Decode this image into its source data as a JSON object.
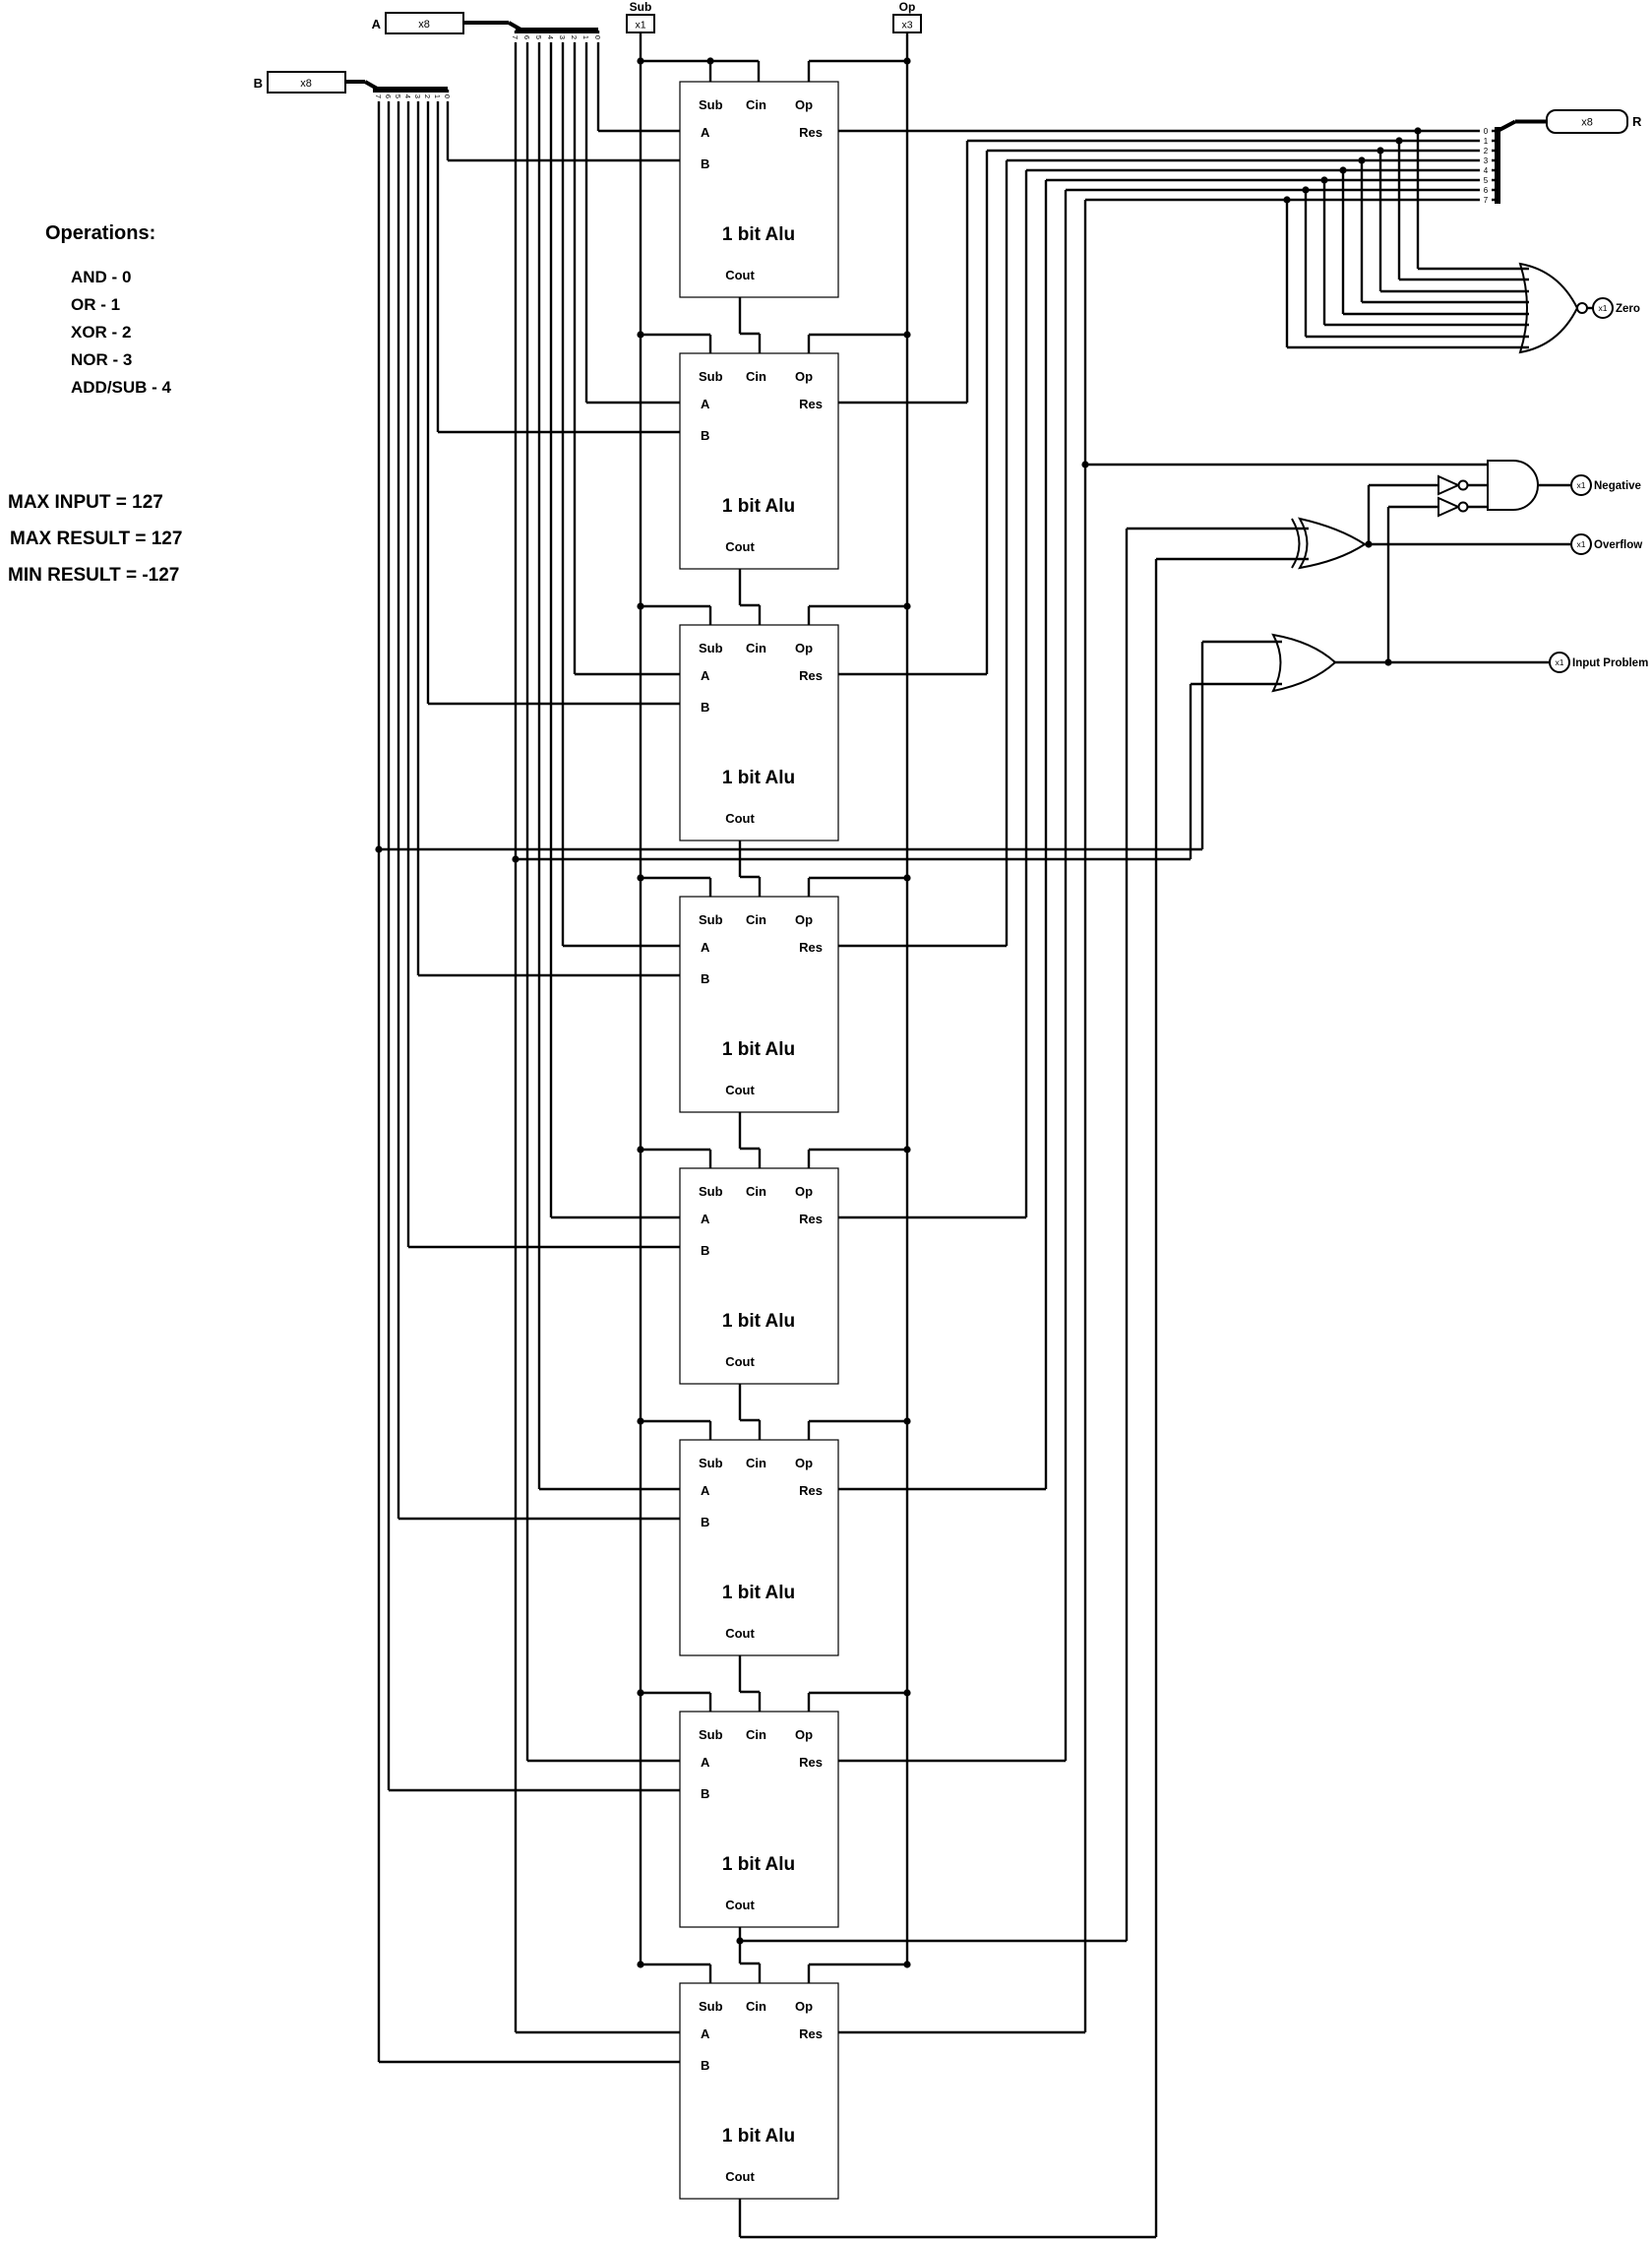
{
  "notes": {
    "operations_title": "Operations:",
    "operations": [
      "AND - 0",
      "OR - 1",
      "XOR - 2",
      "NOR - 3",
      "ADD/SUB - 4"
    ],
    "max_input": "MAX INPUT = 127",
    "max_result": "MAX RESULT = 127",
    "min_result": "MIN RESULT = -127"
  },
  "inputs": {
    "a": {
      "label": "A",
      "bus": "x8"
    },
    "b": {
      "label": "B",
      "bus": "x8"
    },
    "sub": {
      "label": "Sub",
      "bus": "x1"
    },
    "op": {
      "label": "Op",
      "bus": "x3"
    }
  },
  "outputs": {
    "r": {
      "label": "R",
      "bus": "x8"
    },
    "zero": {
      "label": "Zero",
      "bus": "x1"
    },
    "negative": {
      "label": "Negative",
      "bus": "x1"
    },
    "overflow": {
      "label": "Overflow",
      "bus": "x1"
    },
    "input_problem": {
      "label": "Input Problem",
      "bus": "x1"
    }
  },
  "alu_block": {
    "title": "1 bit Alu",
    "count": 8,
    "pins": {
      "sub": "Sub",
      "cin": "Cin",
      "op": "Op",
      "a": "A",
      "b": "B",
      "res": "Res",
      "cout": "Cout"
    }
  },
  "splitters": {
    "a_bits": [
      "7",
      "6",
      "5",
      "4",
      "3",
      "2",
      "1",
      "0"
    ],
    "b_bits": [
      "7",
      "6",
      "5",
      "4",
      "3",
      "2",
      "1",
      "0"
    ],
    "r_bits": [
      "0",
      "1",
      "2",
      "3",
      "4",
      "5",
      "6",
      "7"
    ]
  },
  "colors": {
    "wire": "#000000",
    "background": "#ffffff"
  }
}
